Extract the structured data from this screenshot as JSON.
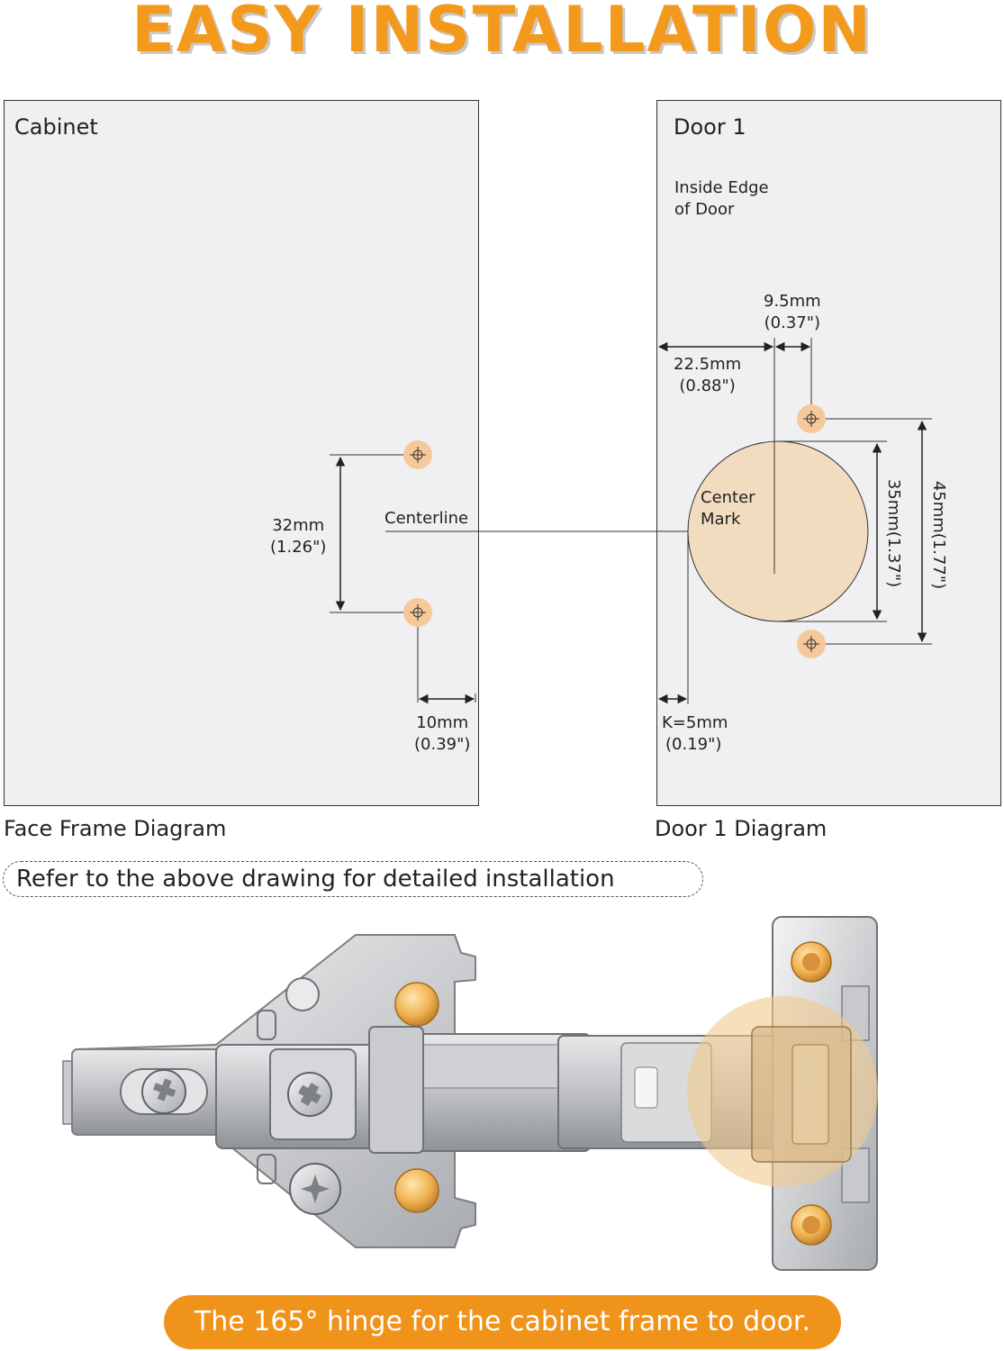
{
  "title": "EASY INSTALLATION",
  "panels": {
    "cabinet": {
      "label": "Cabinet",
      "centerline": "Centerline",
      "dim_vertical": [
        "32mm",
        "(1.26\")"
      ],
      "dim_edge": [
        "10mm",
        "(0.39\")"
      ]
    },
    "door": {
      "label": "Door 1",
      "inside_edge": [
        "Inside Edge",
        "of Door"
      ],
      "center_mark": [
        "Center",
        "Mark"
      ],
      "dim_offset": [
        "9.5mm",
        "(0.37\")"
      ],
      "dim_center": [
        "22.5mm",
        "(0.88\")"
      ],
      "dim_35": "35mm(1.37\")",
      "dim_45": "45mm(1.77\")",
      "dim_k": [
        "K=5mm",
        "(0.19\")"
      ]
    }
  },
  "captions": {
    "face_frame": "Face Frame Diagram",
    "door": "Door 1 Diagram"
  },
  "note": "Refer to the above drawing for detailed installation",
  "banner": "The 165° hinge for the cabinet frame to door.",
  "colors": {
    "accent": "#f39a1d",
    "cup_fill": "#f2dcc0",
    "hole_fill": "#f5c99a",
    "panel_bg": "#f0f0f2"
  }
}
